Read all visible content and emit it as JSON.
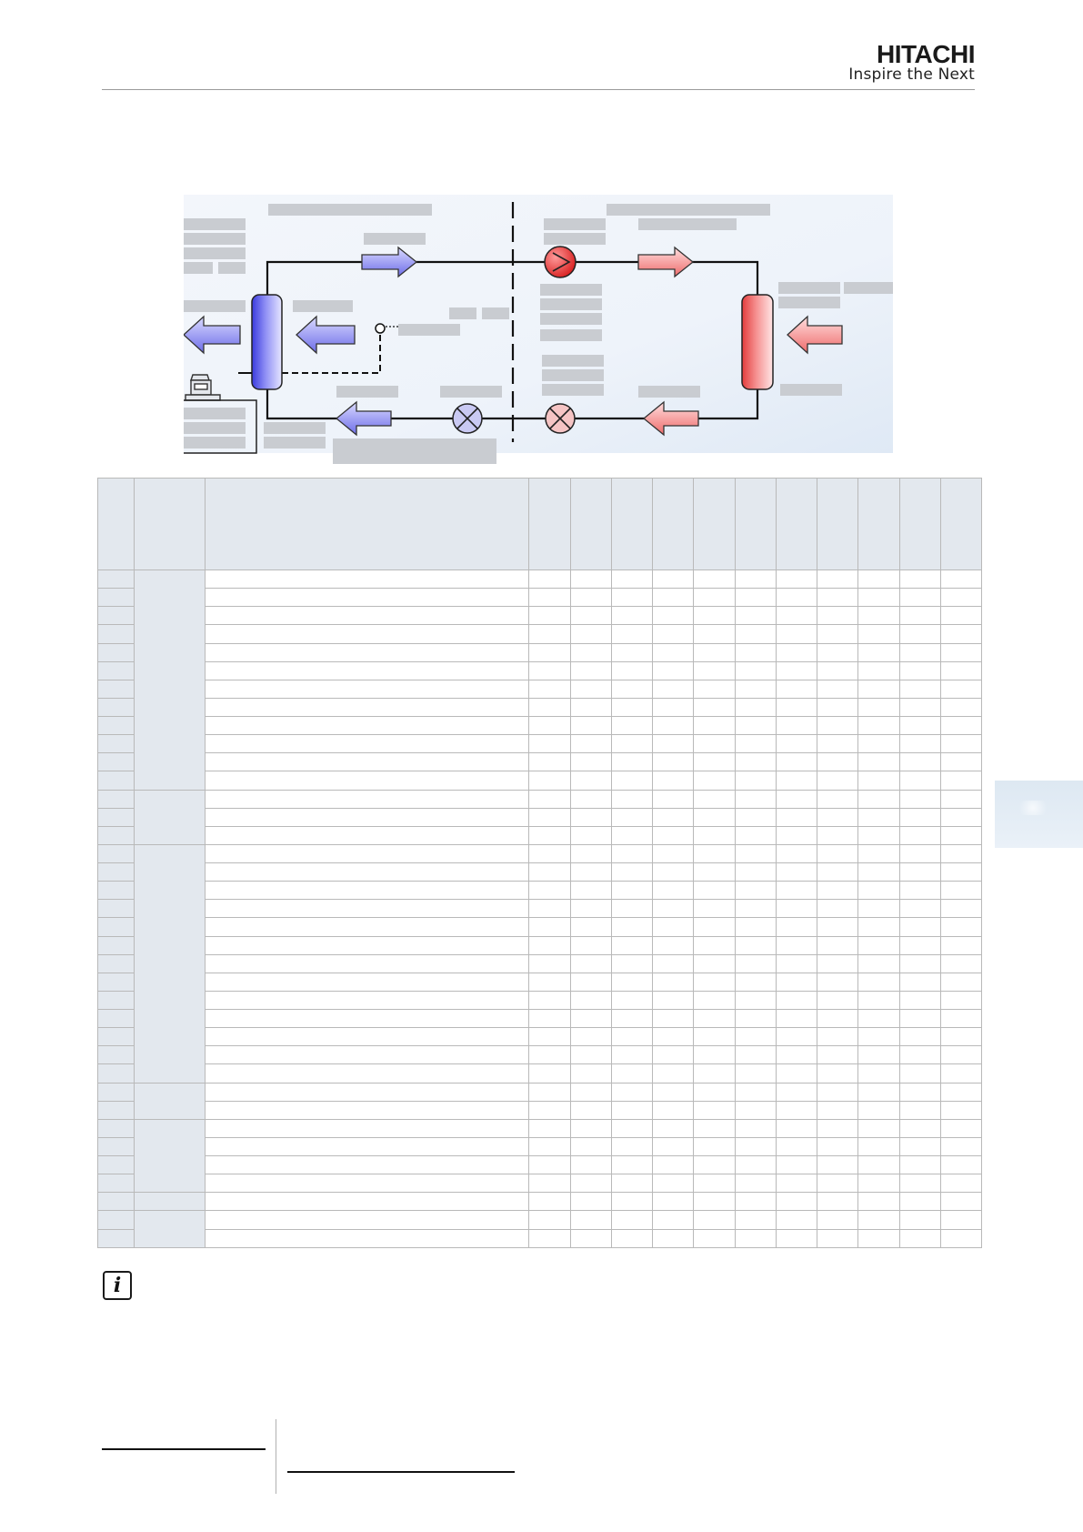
{
  "header": {
    "brand": "HITACHI",
    "tagline": "Inspire the Next"
  },
  "info_icon": {
    "glyph": "i",
    "icon": "info-icon"
  },
  "colors": {
    "cold_side": "#6e6ef0",
    "hot_side": "#f07070",
    "table_shade": "#e3e8ee",
    "grid_line": "#b9b9b9"
  },
  "table": {
    "value_columns": 11,
    "rows": 37,
    "row_groups": [
      12,
      3,
      13,
      2,
      4,
      1,
      2
    ]
  }
}
